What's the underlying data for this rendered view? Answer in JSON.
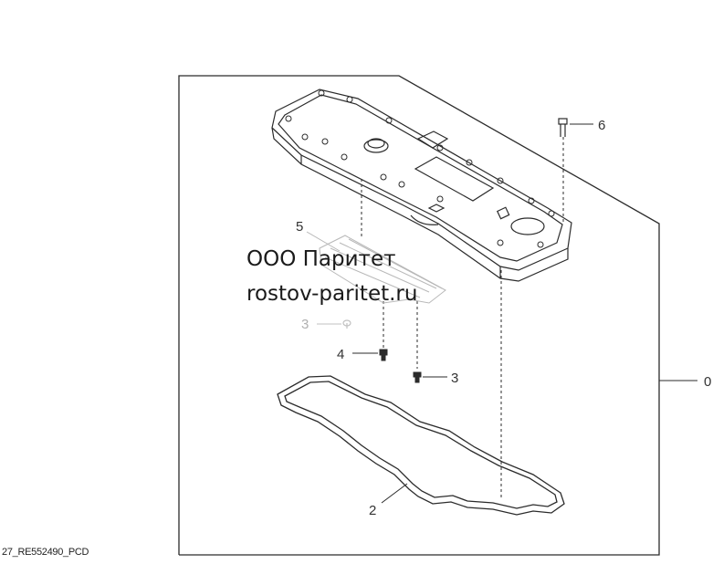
{
  "watermark": {
    "company": "ООО Паритет",
    "website": "rostov-paritet.ru"
  },
  "drawing_code": "27_RE552490_PCD",
  "callouts": {
    "bolt_top": "6",
    "gasket_plate": "5",
    "screw_faint": "3",
    "screw_short": "4",
    "screw_right": "3",
    "gasket": "2",
    "assembly": "0"
  },
  "colors": {
    "line": "#2b2b2b",
    "faint": "#b8b8b8"
  }
}
